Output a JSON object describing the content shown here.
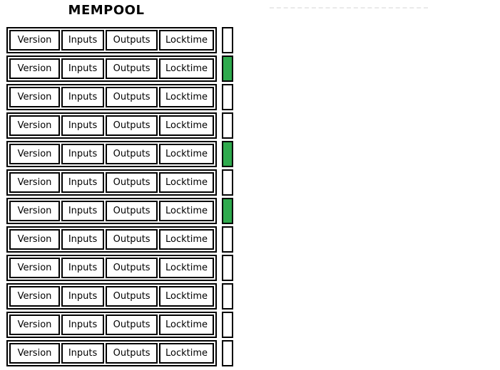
{
  "title": "MEMPOOL",
  "colors": {
    "indicator_green": "#2FAA4D",
    "box_border": "#000000",
    "dashed_line": "#e9e9e9"
  },
  "rows": [
    {
      "labels": [
        "Version",
        "Inputs",
        "Outputs",
        "Locktime"
      ],
      "indicator": "white"
    },
    {
      "labels": [
        "Version",
        "Inputs",
        "Outputs",
        "Locktime"
      ],
      "indicator": "green"
    },
    {
      "labels": [
        "Version",
        "Inputs",
        "Outputs",
        "Locktime"
      ],
      "indicator": "white"
    },
    {
      "labels": [
        "Version",
        "Inputs",
        "Outputs",
        "Locktime"
      ],
      "indicator": "white"
    },
    {
      "labels": [
        "Version",
        "Inputs",
        "Outputs",
        "Locktime"
      ],
      "indicator": "green"
    },
    {
      "labels": [
        "Version",
        "Inputs",
        "Outputs",
        "Locktime"
      ],
      "indicator": "white"
    },
    {
      "labels": [
        "Version",
        "Inputs",
        "Outputs",
        "Locktime"
      ],
      "indicator": "green"
    },
    {
      "labels": [
        "Version",
        "Inputs",
        "Outputs",
        "Locktime"
      ],
      "indicator": "white"
    },
    {
      "labels": [
        "Version",
        "Inputs",
        "Outputs",
        "Locktime"
      ],
      "indicator": "white"
    },
    {
      "labels": [
        "Version",
        "Inputs",
        "Outputs",
        "Locktime"
      ],
      "indicator": "white"
    },
    {
      "labels": [
        "Version",
        "Inputs",
        "Outputs",
        "Locktime"
      ],
      "indicator": "white"
    },
    {
      "labels": [
        "Version",
        "Inputs",
        "Outputs",
        "Locktime"
      ],
      "indicator": "white"
    }
  ]
}
